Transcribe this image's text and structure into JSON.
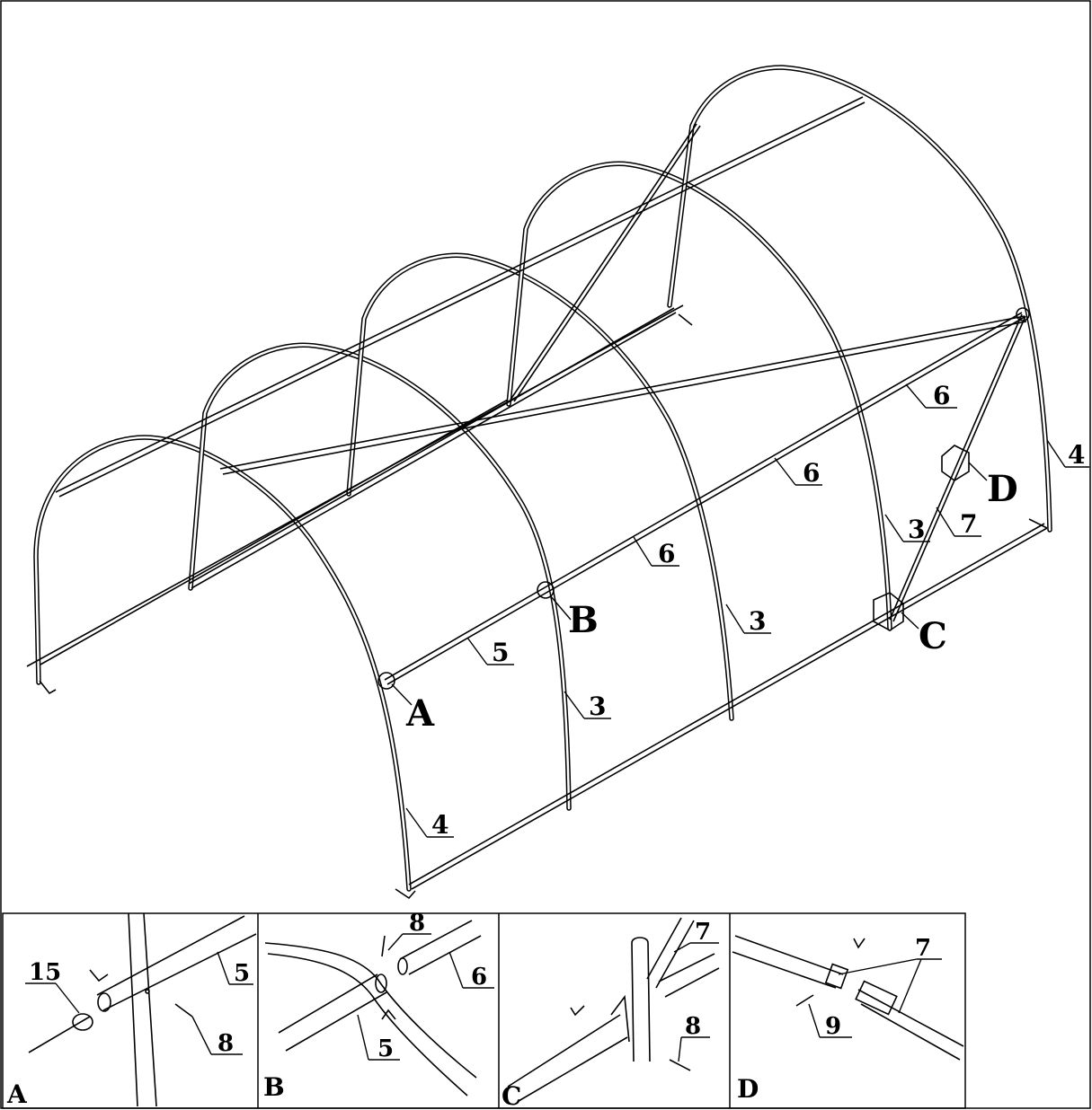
{
  "main_view": {
    "callouts": [
      {
        "id": "c6a",
        "text": "6"
      },
      {
        "id": "c6b",
        "text": "6"
      },
      {
        "id": "c6c",
        "text": "6"
      },
      {
        "id": "c4a",
        "text": "4"
      },
      {
        "id": "c4b",
        "text": "4"
      },
      {
        "id": "c3a",
        "text": "3"
      },
      {
        "id": "c3b",
        "text": "3"
      },
      {
        "id": "c3c",
        "text": "3"
      },
      {
        "id": "c7",
        "text": "7"
      },
      {
        "id": "c5",
        "text": "5"
      }
    ],
    "detail_markers": {
      "A": "A",
      "B": "B",
      "C": "C",
      "D": "D"
    }
  },
  "detail_panels": [
    {
      "letter": "A",
      "parts": [
        "15",
        "5",
        "8"
      ]
    },
    {
      "letter": "B",
      "parts": [
        "8",
        "6",
        "5"
      ]
    },
    {
      "letter": "C",
      "parts": [
        "7",
        "8"
      ]
    },
    {
      "letter": "D",
      "parts": [
        "7",
        "9"
      ]
    }
  ],
  "colors": {
    "line": "#000000",
    "background": "#ffffff"
  }
}
